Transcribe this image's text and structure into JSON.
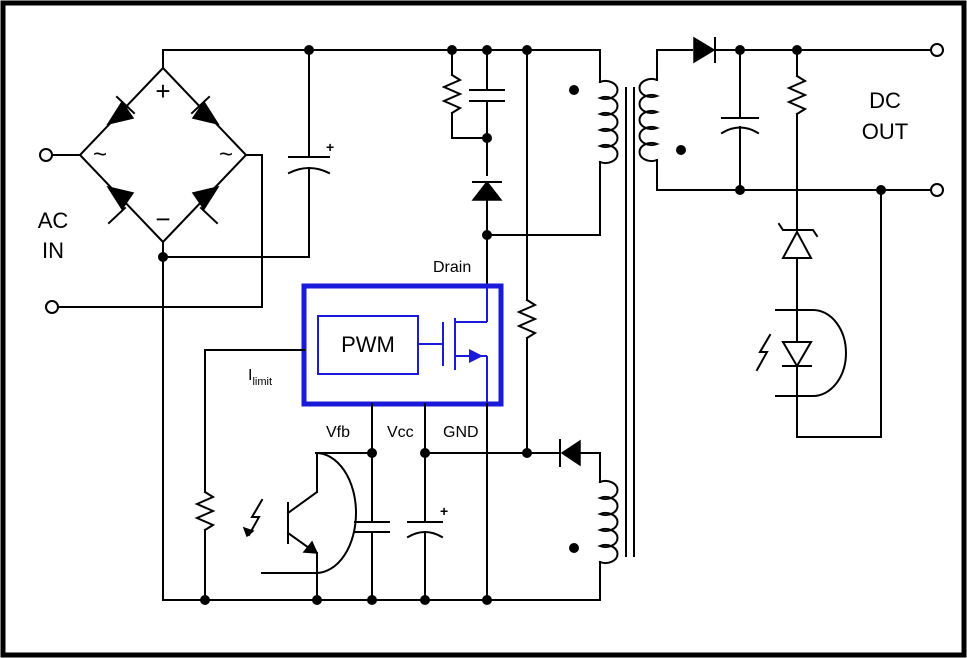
{
  "labels": {
    "ac_in_line1": "AC",
    "ac_in_line2": "IN",
    "dc_out_line1": "DC",
    "dc_out_line2": "OUT",
    "pwm": "PWM",
    "drain": "Drain",
    "ilimit_main": "I",
    "ilimit_sub": "limit",
    "vfb": "Vfb",
    "vcc": "Vcc",
    "gnd": "GND",
    "plus_top": "+",
    "minus_bottom": "−",
    "tilde_left": "~",
    "tilde_right": "~",
    "cap_plus": "+"
  },
  "colors": {
    "wire": "#000000",
    "ic_outline": "#1a1adb",
    "ic_inner": "#1a1adb"
  },
  "components": [
    "bridge-rectifier",
    "bulk-capacitor",
    "snubber-resistor",
    "snubber-capacitor",
    "clamp-diode",
    "transformer",
    "output-diode",
    "output-capacitor",
    "output-resistor",
    "zener-diode",
    "optocoupler-led",
    "pwm-controller-ic",
    "mosfet",
    "startup-resistor",
    "bias-diode",
    "bias-winding",
    "optocoupler-transistor",
    "ilimit-resistor",
    "vfb-capacitor",
    "vcc-capacitor"
  ]
}
